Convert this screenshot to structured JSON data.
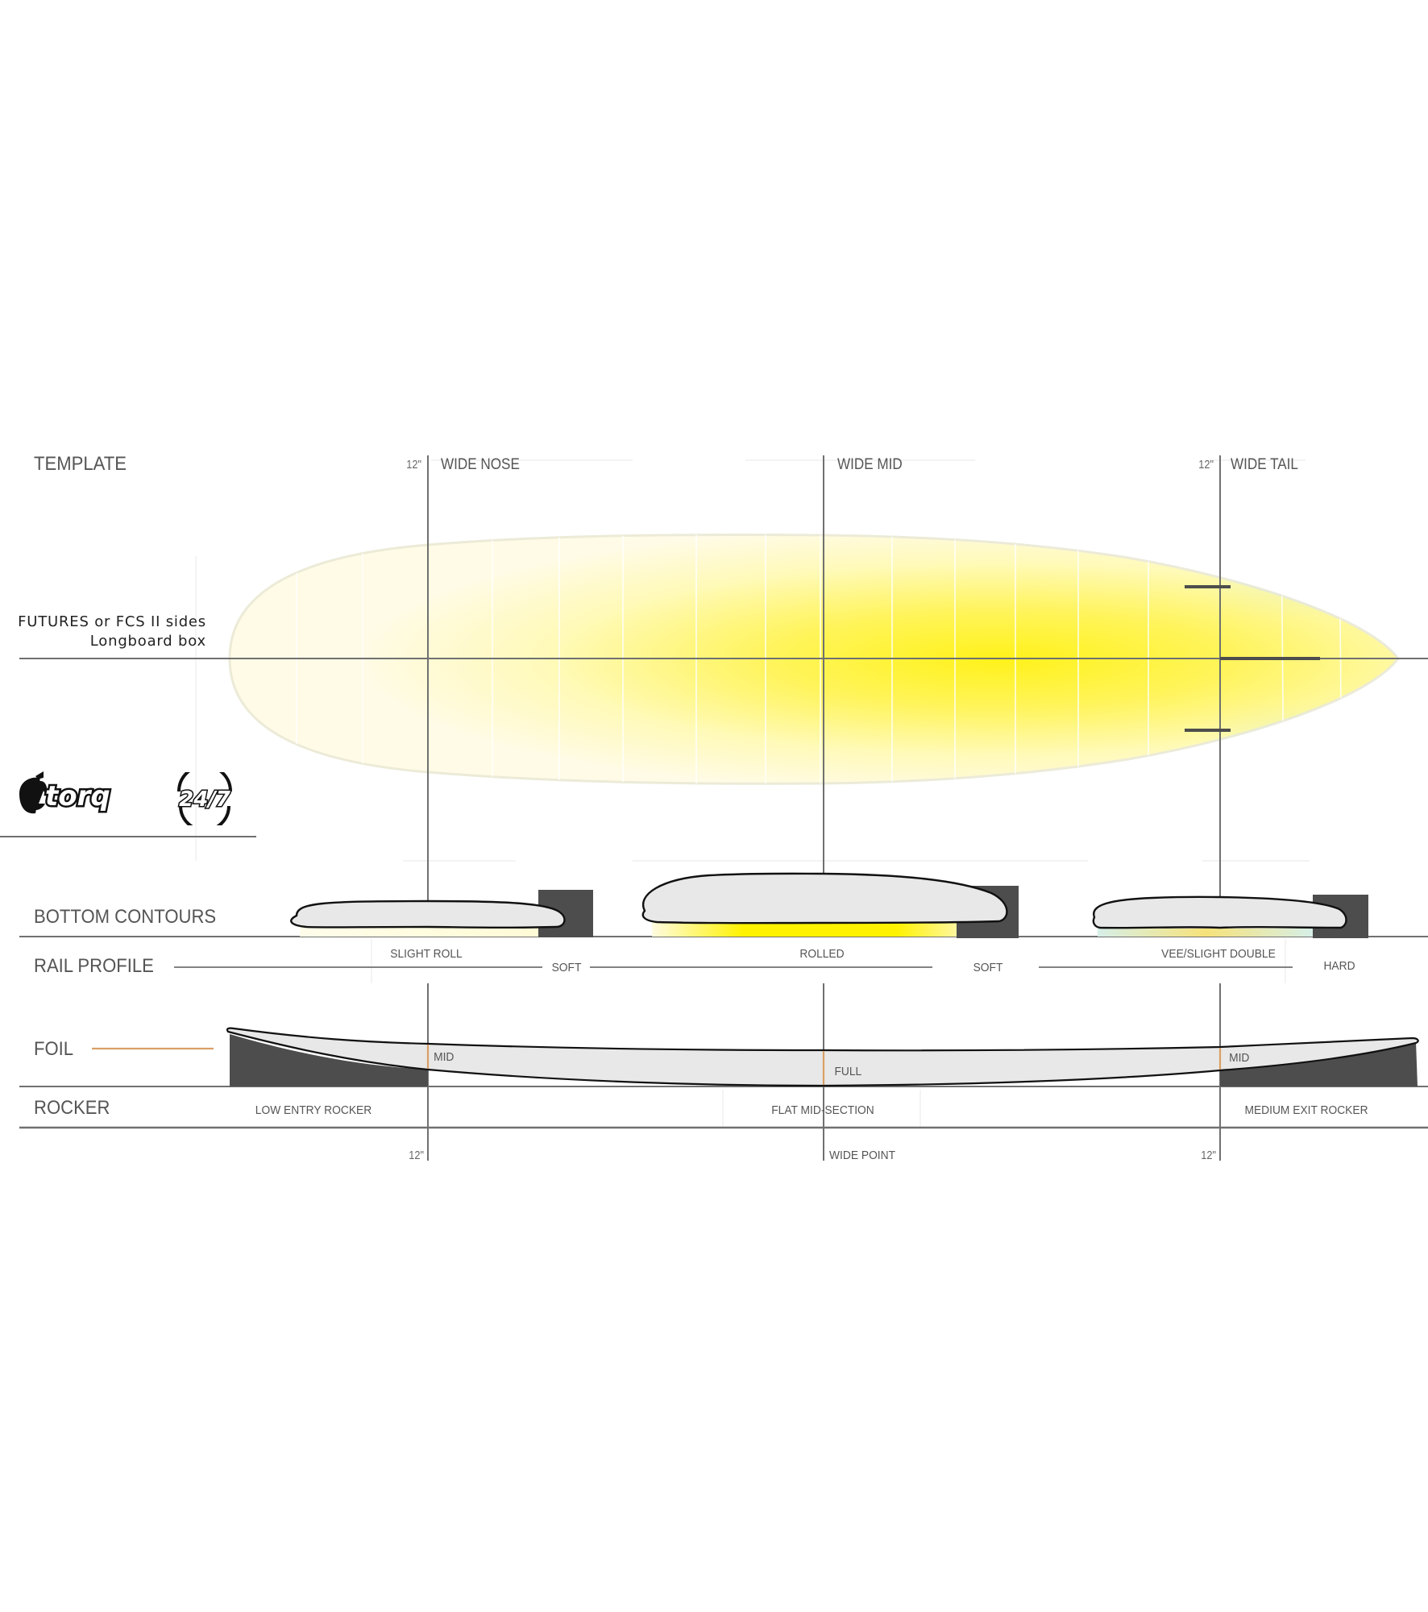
{
  "sections": {
    "template": "TEMPLATE",
    "bottom_contours": "BOTTOM  CONTOURS",
    "rail_profile": "RAIL PROFILE",
    "foil": "FOIL",
    "rocker": "ROCKER"
  },
  "template": {
    "nose_width_label": "12\"",
    "nose_label": "WIDE NOSE",
    "mid_label": "WIDE MID",
    "tail_width_label": "12\"",
    "tail_label": "WIDE TAIL",
    "fins_line1": "FUTURES or FCS II sides",
    "fins_line2": "Longboard box"
  },
  "logos": {
    "brand": "torq",
    "model": "24/7"
  },
  "bottom_contours": {
    "nose": "SLIGHT ROLL",
    "mid": "ROLLED",
    "tail": "VEE/SLIGHT DOUBLE"
  },
  "rail_profile": {
    "nose": "SOFT",
    "mid": "SOFT",
    "tail": "HARD"
  },
  "foil": {
    "nose": "MID",
    "mid": "FULL",
    "tail": "MID"
  },
  "rocker": {
    "nose": "LOW ENTRY ROCKER",
    "mid": "FLAT MID-SECTION",
    "tail": "MEDIUM EXIT ROCKER"
  },
  "bottom_axis": {
    "nose": "12\"",
    "mid": "WIDE POINT",
    "tail": "12\""
  },
  "colors": {
    "text": "#555555",
    "line": "#6e6e6e",
    "dark_fill": "#4d4d4d",
    "foil_accent": "#d9a066",
    "board_yellow": "#fff23a",
    "board_teal": "#a8e6d6",
    "contour_fill": "#e8e8e8"
  }
}
